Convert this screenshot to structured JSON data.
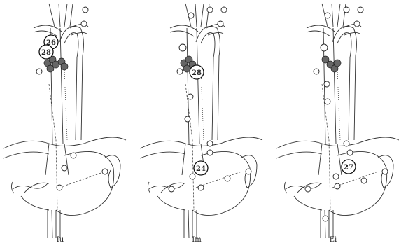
{
  "panels": [
    {
      "id": "iu",
      "label": "Iu",
      "highlight_nodes": [
        "26",
        "28"
      ]
    },
    {
      "id": "im",
      "label": "Im",
      "highlight_nodes": [
        "24",
        "28"
      ]
    },
    {
      "id": "ei",
      "label": "Ei",
      "highlight_nodes": [
        "27"
      ]
    }
  ]
}
